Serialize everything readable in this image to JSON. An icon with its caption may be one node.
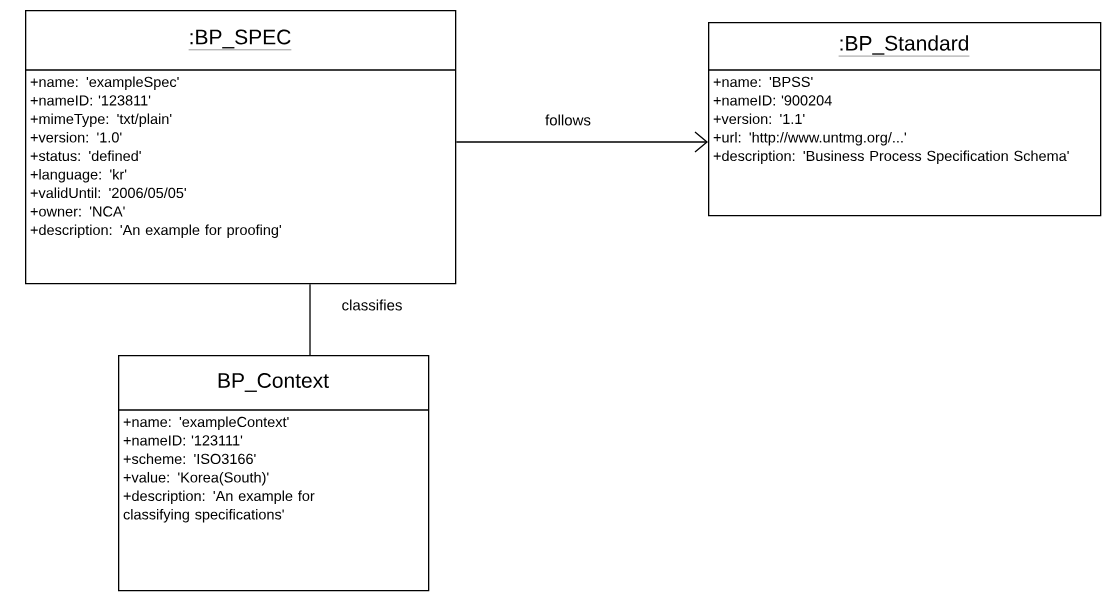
{
  "diagram": {
    "nodes": [
      {
        "text": [
          ":BP_SPEC",
          "+name: 'exampleSpec'",
          "+nameID: '123811'",
          "+mimeType: 'txt/plain'",
          "+version: '1.0'",
          "+status: 'defined'",
          "+language: 'kr'",
          "+validUntil: '2006/05/05'",
          "+owner: 'NCA'",
          "+description: 'An example for proofing'"
        ]
      },
      {
        "text": [
          ":BP_Standard",
          "+name: 'BPSS'",
          "+nameID: '900204",
          "+version: '1.1'",
          "+url: 'http://www.untmg.org/...'",
          "+description: 'Business Process Specification Schema'"
        ]
      },
      {
        "text": [
          "BP_Context",
          "+name: 'exampleContext'",
          "+nameID: '123111'",
          "+scheme: 'ISO3166'",
          "+value: 'Korea(South)'",
          "+description: 'An example for classifying specifications'"
        ]
      }
    ],
    "edges": [
      {
        "from": 0,
        "to": 1,
        "arrow": "to",
        "label": "follows"
      },
      {
        "from": 0,
        "to": 2,
        "arrow": "none",
        "label": "classifies"
      }
    ]
  }
}
